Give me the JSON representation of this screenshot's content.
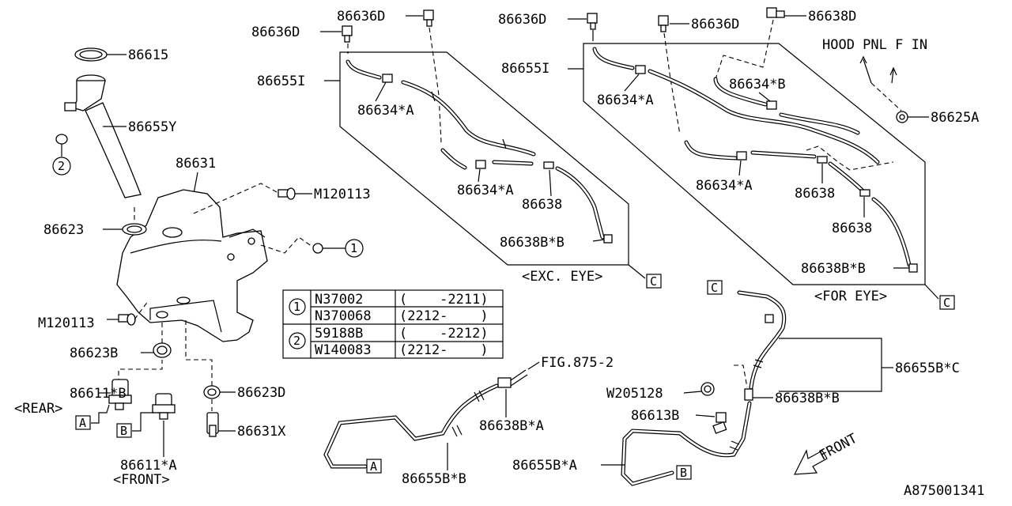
{
  "labels": {
    "p86615": "86615",
    "p86655Y": "86655Y",
    "p86631": "86631",
    "pM120113_top": "M120113",
    "p86623": "86623",
    "pM120113_left": "M120113",
    "p86623B": "86623B",
    "p86611B": "86611*B",
    "rear": "<REAR>",
    "p86611A": "86611*A",
    "front_note": "<FRONT>",
    "p86623D": "86623D",
    "p86631X": "86631X",
    "p86636D_a": "86636D",
    "p86636D_b": "86636D",
    "p86655I_left": "86655I",
    "p86634A_left1": "86634*A",
    "p86634A_left2": "86634*A",
    "p86638_left": "86638",
    "p86638BB_left": "86638B*B",
    "exc_eye": "<EXC. EYE>",
    "p86636D_c": "86636D",
    "p86636D_d": "86636D",
    "p86638D": "86638D",
    "hood_note": "HOOD PNL F IN",
    "p86655I_right": "86655I",
    "p86634B": "86634*B",
    "p86634A_right1": "86634*A",
    "p86625A": "86625A",
    "p86634A_right2": "86634*A",
    "p86638_right1": "86638",
    "p86638_right2": "86638",
    "p86638BB_right": "86638B*B",
    "for_eye": "<FOR EYE>",
    "fig_ref": "FIG.875-2",
    "p86638BA": "86638B*A",
    "p86655BB": "86655B*B",
    "p86655BC": "86655B*C",
    "pW205128": "W205128",
    "p86638BB_bottom": "86638B*B",
    "p86613B": "86613B",
    "p86655BA": "86655B*A",
    "front_arrow": "FRONT",
    "diagram_id": "A875001341"
  },
  "callouts": {
    "one": "1",
    "two": "2",
    "A": "A",
    "B": "B",
    "C": "C"
  },
  "table": {
    "rows": [
      {
        "ref": "1",
        "part": "N37002",
        "range": "(    -2211)"
      },
      {
        "ref": "",
        "part": "N370068",
        "range": "(2212-    )"
      },
      {
        "ref": "2",
        "part": "59188B",
        "range": "(    -2212)"
      },
      {
        "ref": "",
        "part": "W140083",
        "range": "(2212-    )"
      }
    ]
  }
}
